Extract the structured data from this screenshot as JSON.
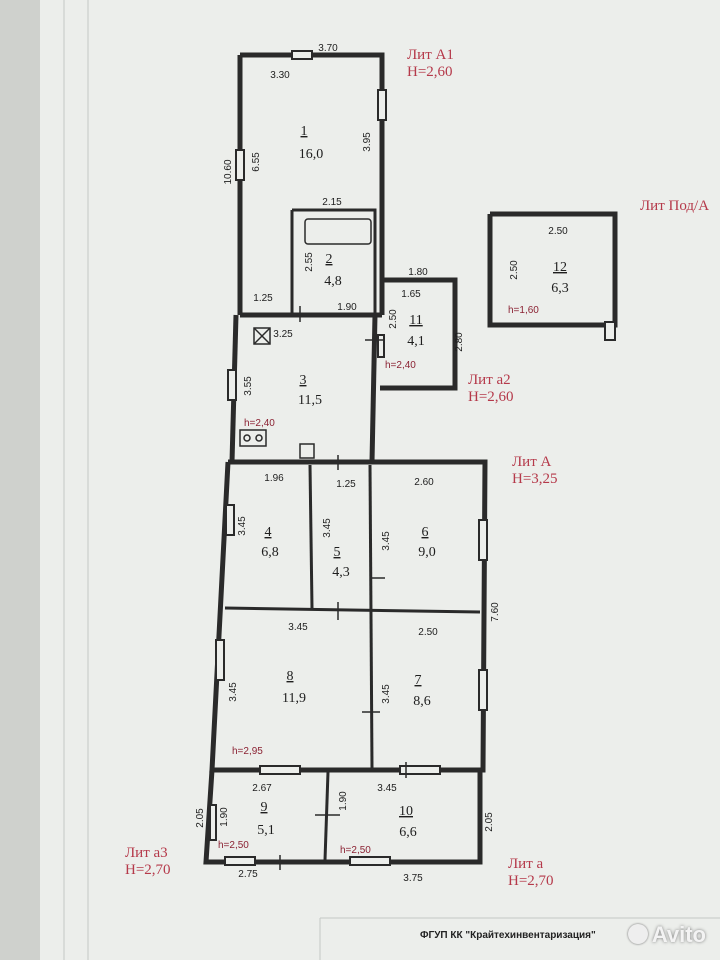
{
  "liters": [
    {
      "id": "A1",
      "name": "Лит А1",
      "h": "H=2,60"
    },
    {
      "id": "podA",
      "name": "Лит Под/А"
    },
    {
      "id": "a2",
      "name": "Лит а2",
      "h": "H=2,60"
    },
    {
      "id": "A",
      "name": "Лит А",
      "h": "H=3,25"
    },
    {
      "id": "a3",
      "name": "Лит а3",
      "h": "H=2,70"
    },
    {
      "id": "a",
      "name": "Лит а",
      "h": "H=2,70"
    }
  ],
  "rooms": [
    {
      "num": "1",
      "area": "16,0"
    },
    {
      "num": "2",
      "area": "4,8"
    },
    {
      "num": "3",
      "area": "11,5"
    },
    {
      "num": "4",
      "area": "6,8"
    },
    {
      "num": "5",
      "area": "4,3"
    },
    {
      "num": "6",
      "area": "9,0"
    },
    {
      "num": "7",
      "area": "8,6"
    },
    {
      "num": "8",
      "area": "11,9"
    },
    {
      "num": "9",
      "area": "5,1"
    },
    {
      "num": "10",
      "area": "6,6"
    },
    {
      "num": "11",
      "area": "4,1"
    },
    {
      "num": "12",
      "area": "6,3"
    }
  ],
  "dims": [
    "3.70",
    "3.30",
    "10.60",
    "6.55",
    "3.95",
    "2.15",
    "2.55",
    "1.25",
    "1.90",
    "1.80",
    "1.65",
    "2.50",
    "2.80",
    "3.25",
    "3.55",
    "1.96",
    "1.25",
    "2.60",
    "3.45",
    "3.45",
    "3.45",
    "7.60",
    "3.45",
    "2.50",
    "3.45",
    "3.45",
    "2.67",
    "3.45",
    "2.05",
    "1.90",
    "1.90",
    "2.05",
    "2.75",
    "3.75",
    "2.50",
    "2.50"
  ],
  "heights": [
    "h=2,40",
    "h=2,40",
    "h=2,95",
    "h=2,50",
    "h=2,50",
    "h=1,60"
  ],
  "stamp": "ФГУП КК \"Крайтехинвентаризация\"",
  "watermark": "Avito"
}
